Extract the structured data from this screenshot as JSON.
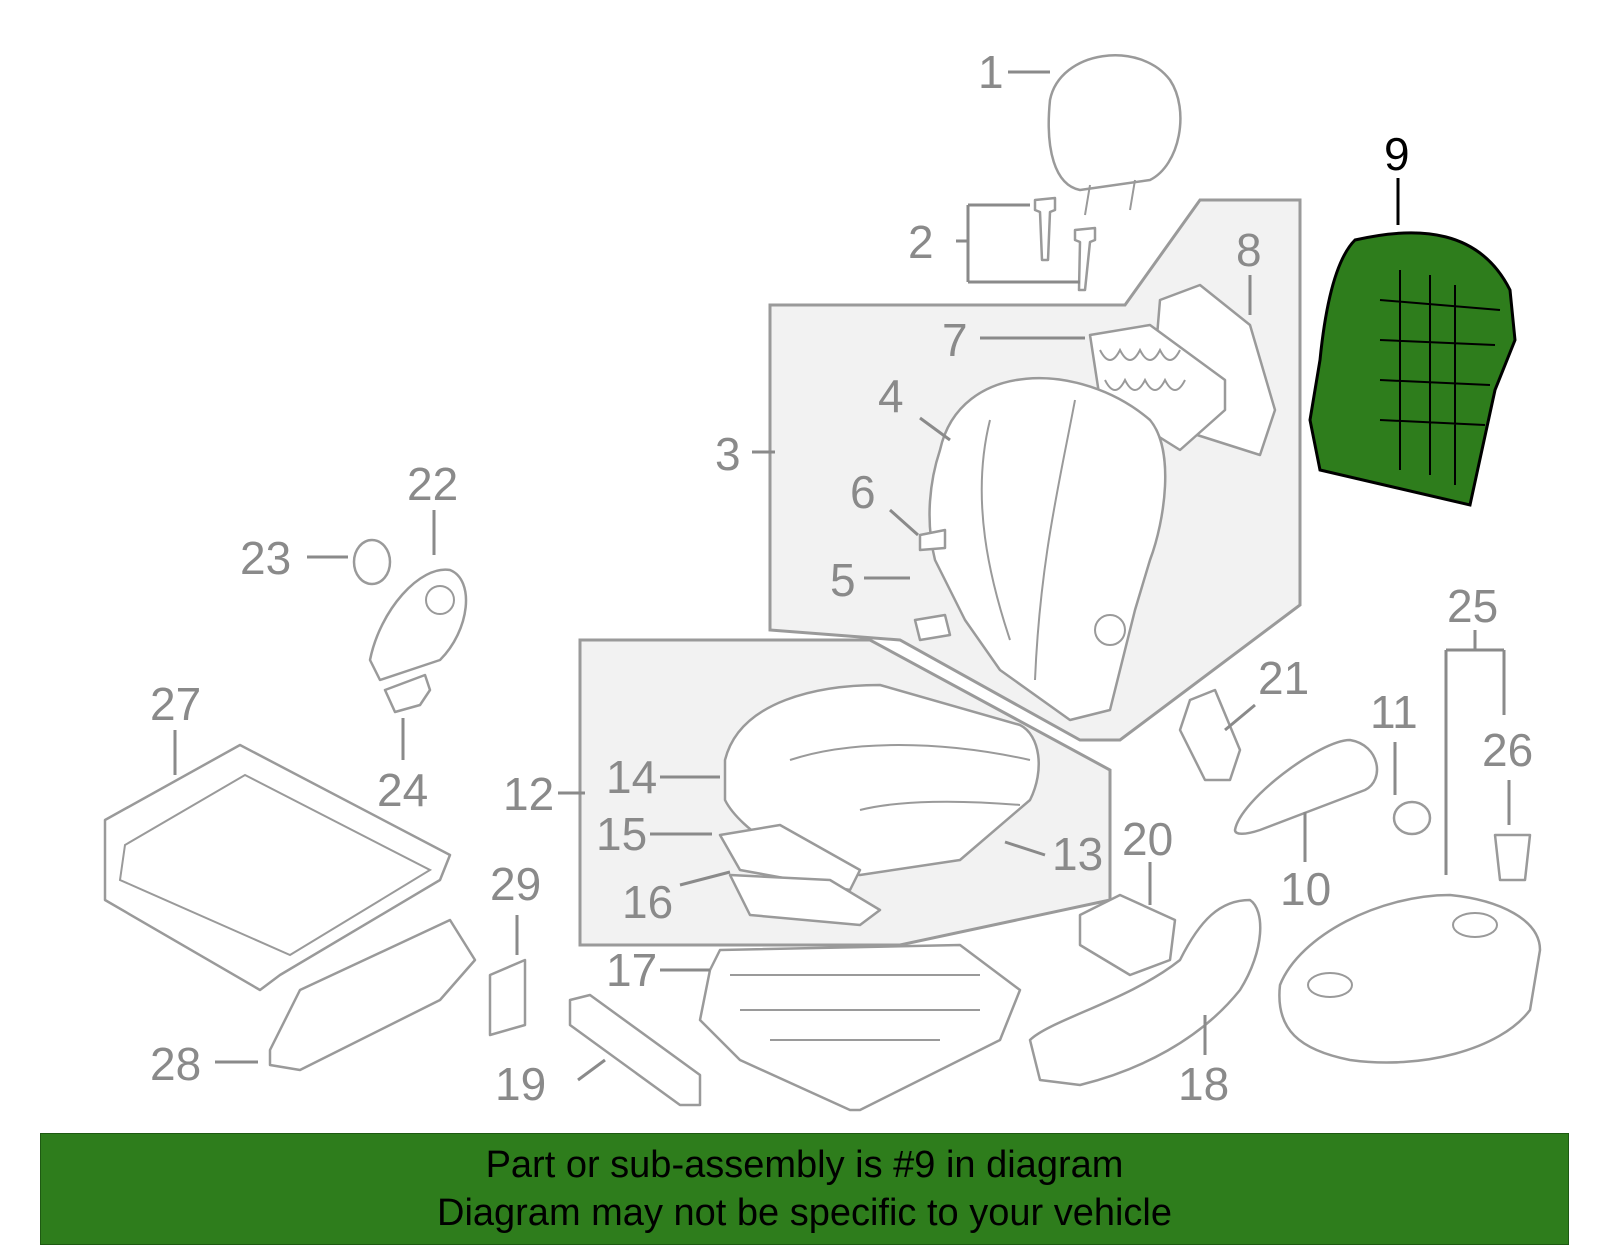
{
  "diagram": {
    "highlight_color": "#2e7d1c",
    "callouts": {
      "c1": "1",
      "c2": "2",
      "c3": "3",
      "c4": "4",
      "c5": "5",
      "c6": "6",
      "c7": "7",
      "c8": "8",
      "c9": "9",
      "c10": "10",
      "c11": "11",
      "c12": "12",
      "c13": "13",
      "c14": "14",
      "c15": "15",
      "c16": "16",
      "c17": "17",
      "c18": "18",
      "c19": "19",
      "c20": "20",
      "c21": "21",
      "c22": "22",
      "c23": "23",
      "c24": "24",
      "c25": "25",
      "c26": "26",
      "c27": "27",
      "c28": "28",
      "c29": "29"
    },
    "highlighted_part": "9"
  },
  "banner": {
    "color": "#2e7d1c",
    "line1": "Part or sub-assembly is #9 in diagram",
    "line2": "Diagram may not be specific to your vehicle"
  }
}
